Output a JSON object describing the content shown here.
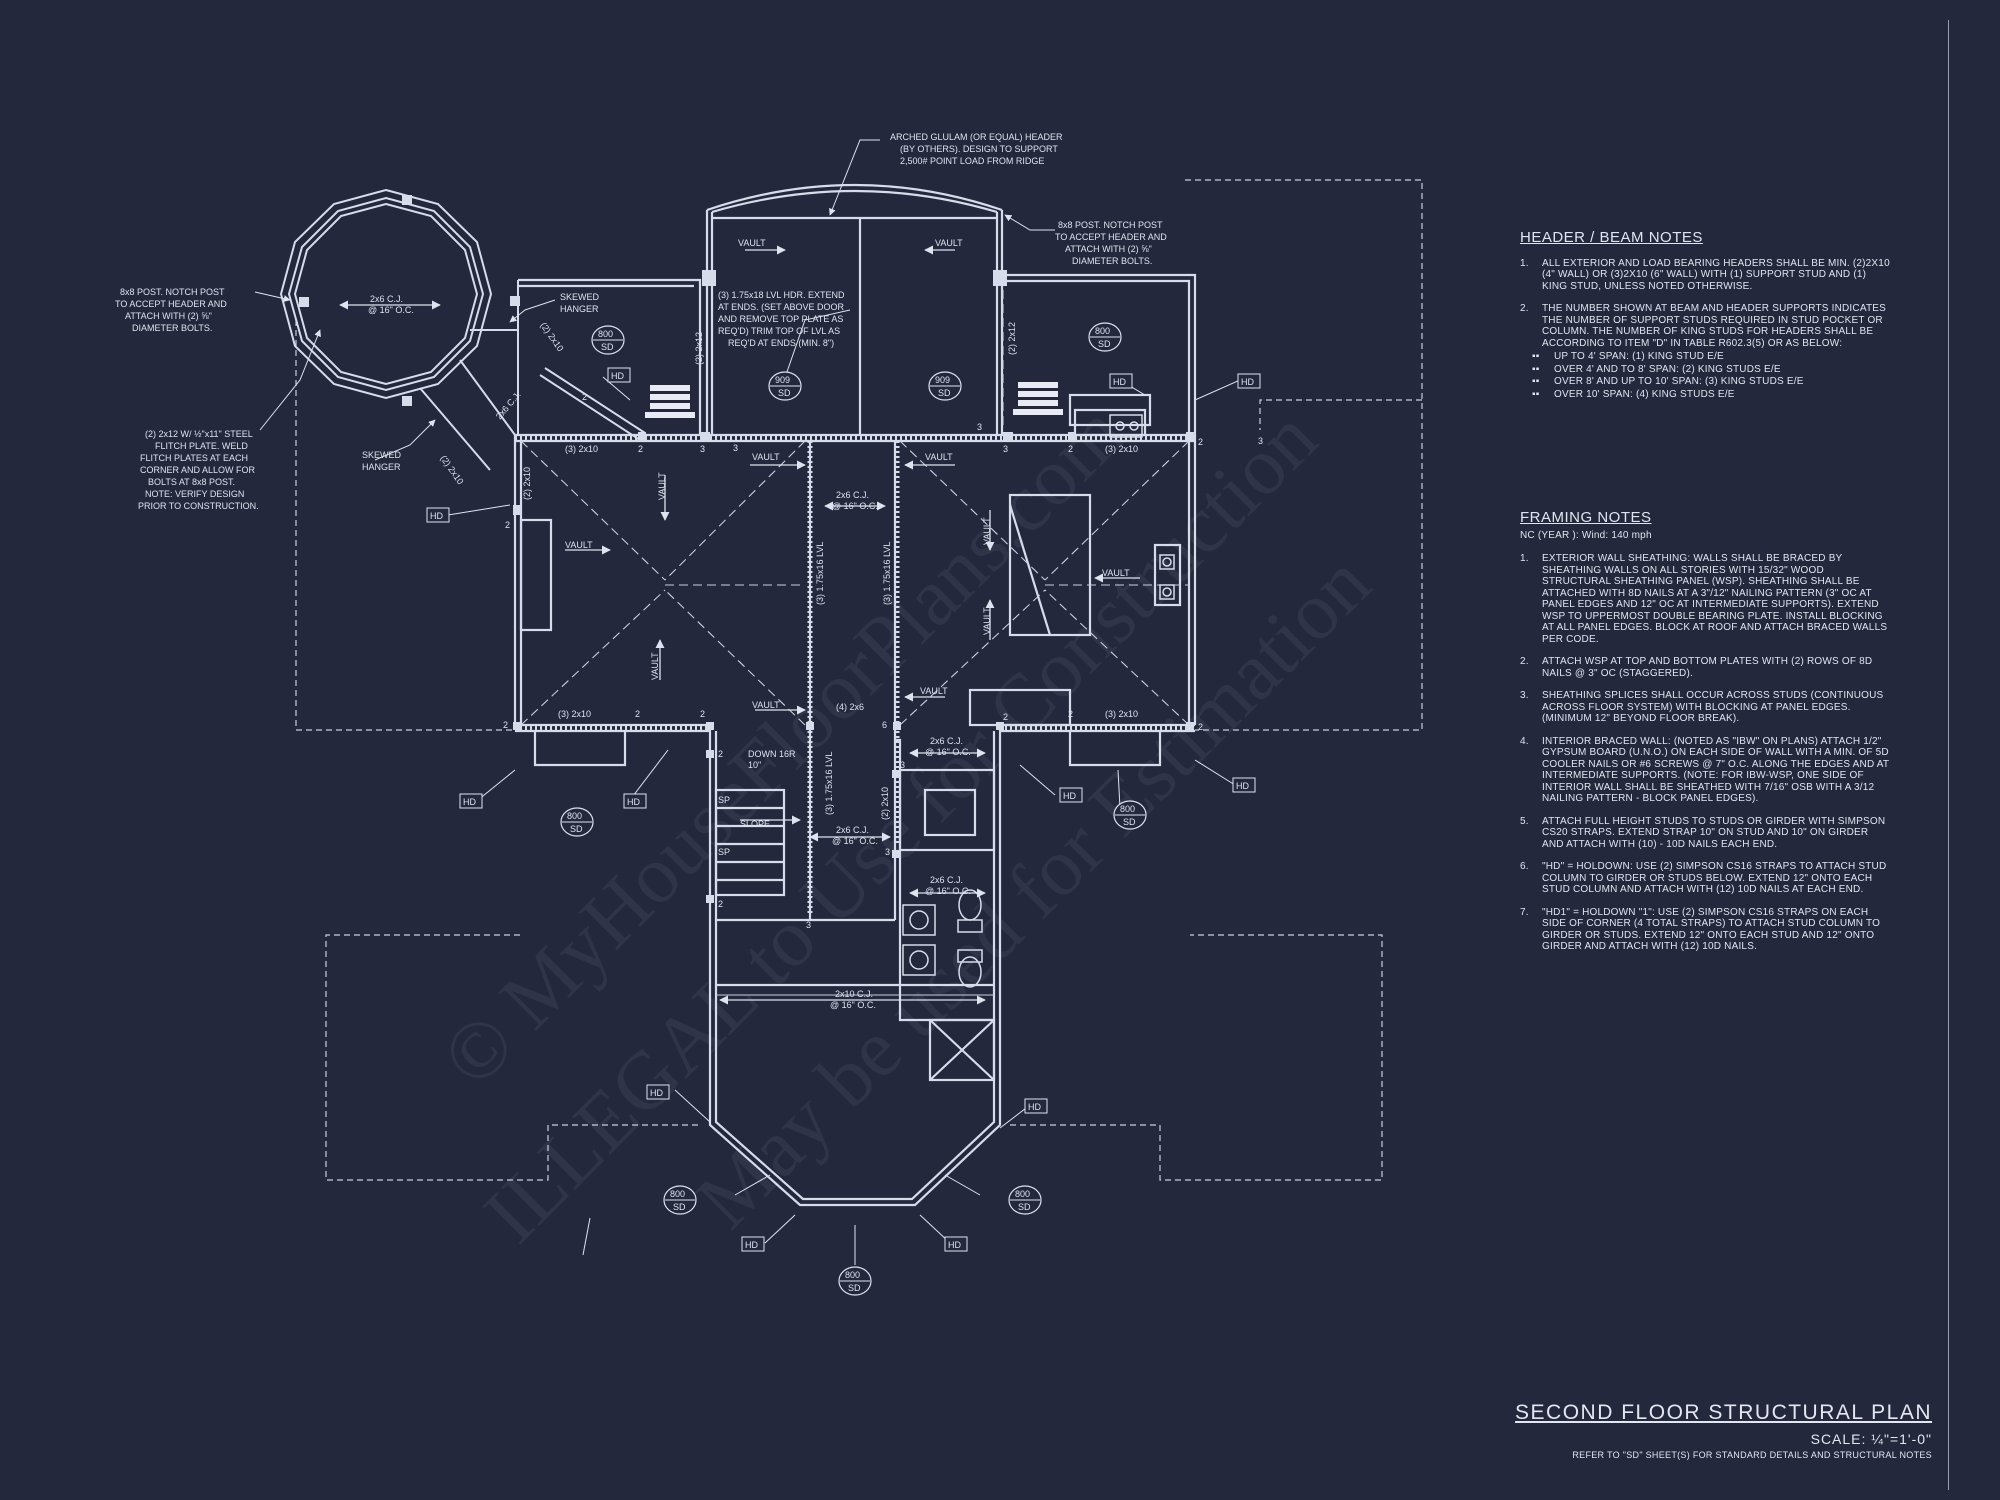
{
  "sheet": {
    "title": "SECOND FLOOR STRUCTURAL PLAN",
    "scale": "SCALE: ¼\"=1'-0\"",
    "reference": "REFER TO \"SD\" SHEET(S) FOR STANDARD DETAILS AND STRUCTURAL NOTES"
  },
  "watermark": {
    "line1": "© MyHouseFloorPlans.com",
    "line2": "ILLEGAL to Use for Construction",
    "line3": "May be used for Estimation"
  },
  "header_beam_notes": {
    "heading": "HEADER / BEAM NOTES",
    "items": [
      {
        "num": "1.",
        "text": "ALL EXTERIOR AND LOAD BEARING HEADERS SHALL BE MIN. (2)2x10 (4\" WALL) OR (3)2x10 (6\" WALL) WITH (1) SUPPORT STUD AND (1) KING STUD, UNLESS NOTED OTHERWISE."
      },
      {
        "num": "2.",
        "text": "THE NUMBER SHOWN AT BEAM AND HEADER SUPPORTS INDICATES THE NUMBER OF SUPPORT STUDS REQUIRED IN STUD POCKET OR COLUMN. THE NUMBER OF KING STUDS FOR HEADERS SHALL BE ACCORDING TO ITEM \"d\" IN TABLE R602.3(5) OR AS BELOW:"
      }
    ],
    "sub_items": [
      "UP TO 4' SPAN: (1) KING STUD E/E",
      "OVER 4' AND TO 8' SPAN: (2) KING STUDS E/E",
      "OVER 8' AND UP TO 10' SPAN: (3) KING STUDS E/E",
      "OVER 10' SPAN: (4) KING STUDS E/E"
    ],
    "bullet": "▪▪"
  },
  "framing_notes": {
    "heading": "FRAMING NOTES",
    "subheading": "NC (YEAR ): Wind: 140 mph",
    "items": [
      {
        "num": "1.",
        "text": "EXTERIOR WALL SHEATHING: WALLS SHALL BE BRACED BY SHEATHING WALLS ON ALL STORIES WITH 15/32\" WOOD STRUCTURAL SHEATHING PANEL (WSP). SHEATHING SHALL BE ATTACHED WITH 8d NAILS AT A 3\"/12\" NAILING PATTERN (3\" OC AT PANEL EDGES AND 12\" OC AT INTERMEDIATE SUPPORTS). EXTEND WSP TO UPPERMOST DOUBLE BEARING PLATE. INSTALL BLOCKING AT ALL PANEL EDGES. BLOCK AT ROOF AND ATTACH BRACED WALLS PER CODE."
      },
      {
        "num": "2.",
        "text": "ATTACH WSP AT TOP AND BOTTOM PLATES WITH (2) ROWS OF 8d NAILS @ 3\" OC (STAGGERED)."
      },
      {
        "num": "3.",
        "text": "SHEATHING SPLICES SHALL OCCUR ACROSS STUDS (CONTINUOUS ACROSS FLOOR SYSTEM) WITH BLOCKING AT PANEL EDGES. (MINIMUM 12\" BEYOND FLOOR BREAK)."
      },
      {
        "num": "4.",
        "text": "INTERIOR BRACED WALL: (NOTED AS \"IBW\" ON PLANS) ATTACH 1/2\" GYPSUM BOARD (U.N.O.) ON EACH SIDE OF WALL WITH A MIN. OF 5d COOLER NAILS OR #6 SCREWS @ 7\" O.C. ALONG THE EDGES AND AT INTERMEDIATE SUPPORTS. (NOTE: FOR IBW-WSP, ONE SIDE OF INTERIOR WALL SHALL BE SHEATHED WITH 7/16\" OSB WITH A 3/12 NAILING PATTERN - BLOCK PANEL EDGES)."
      },
      {
        "num": "5.",
        "text": "ATTACH FULL HEIGHT STUDS TO STUDS OR GIRDER WITH SIMPSON CS20 STRAPS. EXTEND STRAP 10\" ON STUD AND 10\" ON GIRDER AND ATTACH WITH (10) - 10d NAILS EACH END."
      },
      {
        "num": "6.",
        "text": "\"HD\" = HOLDOWN: USE (2) SIMPSON CS16 STRAPS TO ATTACH STUD COLUMN TO GIRDER OR STUDS BELOW. EXTEND 12\" ONTO EACH STUD COLUMN AND ATTACH WITH (12) 10d NAILS AT EACH END."
      },
      {
        "num": "7.",
        "text": "\"HD1\" = HOLDOWN \"1\": USE (2) SIMPSON CS16 STRAPS ON EACH SIDE OF CORNER (4 TOTAL STRAPS) TO ATTACH STUD COLUMN TO GIRDER OR STUDS. EXTEND 12\" ONTO EACH STUD AND 12\" ONTO GIRDER AND ATTACH WITH (12) 10d NAILS."
      }
    ]
  },
  "callouts": {
    "arched_header": [
      "ARCHED GLULAM (OR EQUAL) HEADER",
      "(BY OTHERS). DESIGN TO SUPPORT",
      "2,500# POINT LOAD FROM RIDGE"
    ],
    "post_right": [
      "8x8 POST. NOTCH POST",
      "TO ACCEPT HEADER AND",
      "ATTACH WITH (2) ⅝\"",
      "DIAMETER BOLTS."
    ],
    "post_left": [
      "8x8 POST. NOTCH POST",
      "TO ACCEPT HEADER AND",
      "ATTACH WITH (2) ⅝\"",
      "DIAMETER BOLTS."
    ],
    "flitch": [
      "(2) 2x12 W/ ½\"x11\" STEEL",
      "FLITCH PLATE. WELD",
      "FLITCH PLATES AT EACH",
      "CORNER AND ALLOW FOR",
      "BOLTS AT 8x8 POST.",
      "NOTE: VERIFY DESIGN",
      "PRIOR TO CONSTRUCTION."
    ],
    "skewed_hanger_1": [
      "SKEWED",
      "HANGER"
    ],
    "skewed_hanger_2": [
      "SKEWED",
      "HANGER"
    ],
    "lvl_header": [
      "(3) 1.75x18 LVL HDR. EXTEND",
      "AT ENDS. (SET ABOVE DOOR",
      "AND REMOVE TOP PLATE AS",
      "REQ'D) TRIM TOP OF LVL AS",
      "REQ'D AT ENDS (MIN. 8\")"
    ]
  },
  "labels": {
    "vault": "VAULT",
    "hd": "HD",
    "sd": "SD",
    "detail_800": "800",
    "detail_909": "909",
    "cj_2x6": "2x6 C.J.",
    "oc16": "@ 16\" O.C.",
    "cj_2x10": "2x10 C.J.",
    "h_3_2x10": "(3) 2x10",
    "h_2_2x10": "(2) 2x10",
    "h_2_2x12": "(2) 2x12",
    "h_4_2x6": "(4) 2x6",
    "lvl_1_75x16": "(3) 1.75x16 LVL",
    "lvl_1_75x16b": "(3) 1.75x16 LVL",
    "down": "DOWN 16R",
    "dim_10": "10\"",
    "sp": "SP",
    "slope": "SLOPE",
    "n2": "2",
    "n3": "3",
    "n6": "6"
  }
}
